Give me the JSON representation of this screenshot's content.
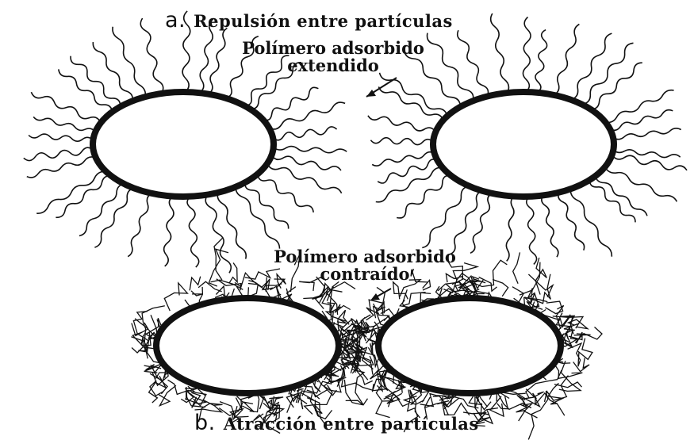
{
  "panel_a": {
    "letter": "a.",
    "title": "Repulsión entre partículas",
    "label_line1": "Polímero adsorbido",
    "label_line2": "extendido"
  },
  "panel_b": {
    "letter": "b.",
    "title": "Atracción entre partículas",
    "label_line1": "Polímero adsorbido",
    "label_line2": "contraído"
  },
  "colors": {
    "ink": "#111111",
    "background": "#ffffff"
  }
}
